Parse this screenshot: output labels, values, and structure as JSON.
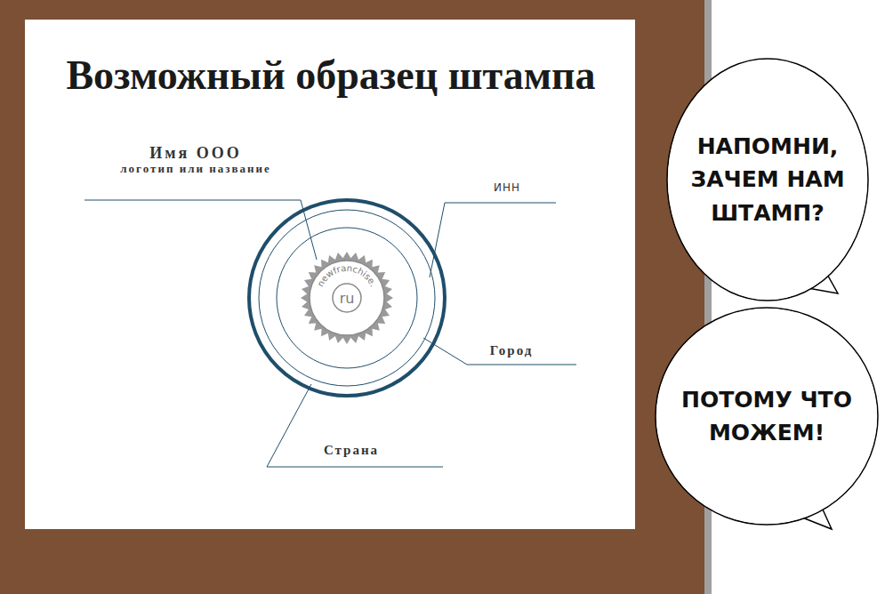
{
  "diagram": {
    "title": "Возможный образец штампа",
    "nodes": [
      {
        "text": [
          "НАПОМНИ, ЗАЧЕМ НАМ ШТАМП?"
        ]
      },
      {
        "text": [
          "ПОТОМУ ЧТО МОЖЕМ!"
        ]
      }
    ],
    "labels": [
      "Имя ООО",
      "логотип или название",
      "ИНН",
      "Город",
      "Страна",
      "newfranchise.",
      "ru"
    ]
  }
}
